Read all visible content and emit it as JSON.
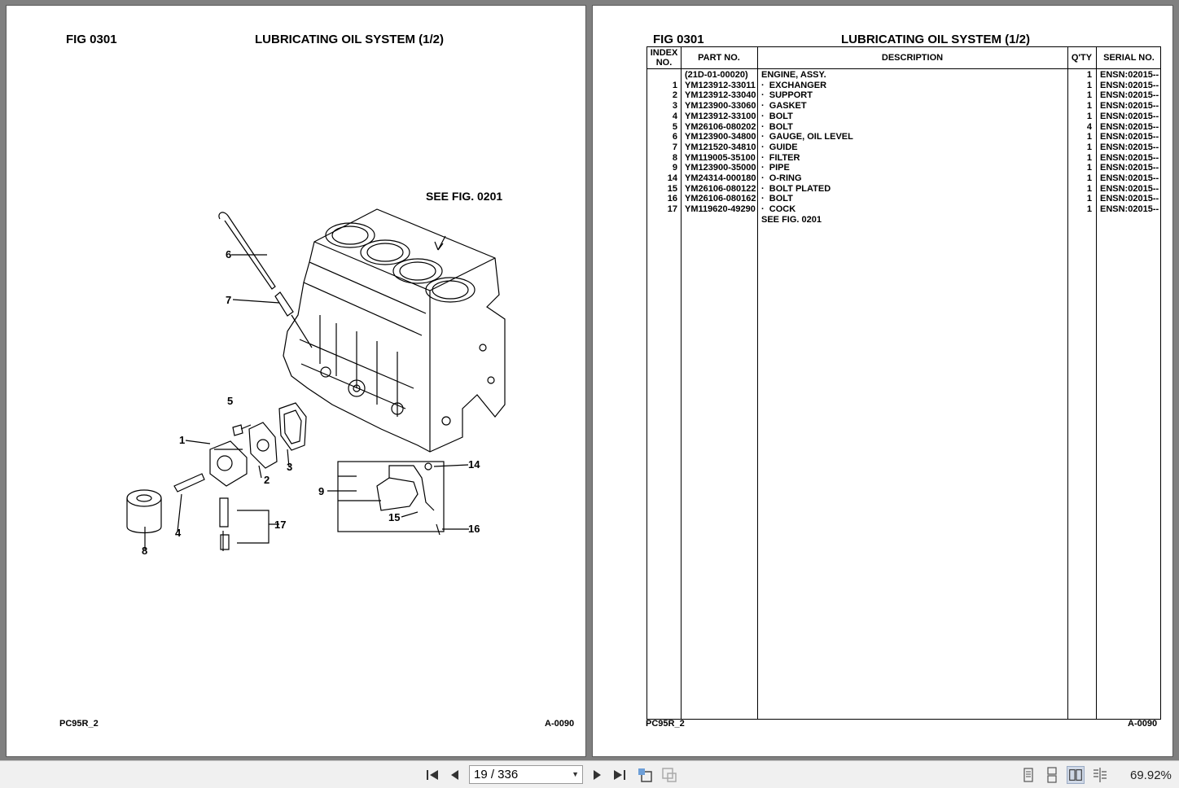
{
  "left_page": {
    "fig_label": "FIG   0301",
    "title": "LUBRICATING OIL SYSTEM (1/2)",
    "see_fig": "SEE FIG. 0201",
    "callouts": [
      "6",
      "7",
      "5",
      "1",
      "2",
      "3",
      "4",
      "8",
      "9",
      "14",
      "15",
      "16",
      "17"
    ],
    "footer_left": "PC95R_2",
    "footer_right": "A-0090"
  },
  "right_page": {
    "fig_label": "FIG   0301",
    "title": "LUBRICATING OIL SYSTEM (1/2)",
    "headers": {
      "index_1": "INDEX",
      "index_2": "NO.",
      "part_no": "PART NO.",
      "description": "DESCRIPTION",
      "qty": "Q'TY",
      "serial": "SERIAL NO."
    },
    "rows": [
      {
        "index": "",
        "part": "(21D-01-00020)",
        "desc": "ENGINE, ASSY.",
        "qty": "1",
        "serial": "ENSN:02015--"
      },
      {
        "index": "1",
        "part": "YM123912-33011",
        "desc": "·  EXCHANGER",
        "qty": "1",
        "serial": "ENSN:02015--"
      },
      {
        "index": "2",
        "part": "YM123912-33040",
        "desc": "·  SUPPORT",
        "qty": "1",
        "serial": "ENSN:02015--"
      },
      {
        "index": "3",
        "part": "YM123900-33060",
        "desc": "·  GASKET",
        "qty": "1",
        "serial": "ENSN:02015--"
      },
      {
        "index": "4",
        "part": "YM123912-33100",
        "desc": "·  BOLT",
        "qty": "1",
        "serial": "ENSN:02015--"
      },
      {
        "index": "5",
        "part": "YM26106-080202",
        "desc": "·  BOLT",
        "qty": "4",
        "serial": "ENSN:02015--"
      },
      {
        "index": "6",
        "part": "YM123900-34800",
        "desc": "·  GAUGE, OIL LEVEL",
        "qty": "1",
        "serial": "ENSN:02015--"
      },
      {
        "index": "7",
        "part": "YM121520-34810",
        "desc": "·  GUIDE",
        "qty": "1",
        "serial": "ENSN:02015--"
      },
      {
        "index": "8",
        "part": "YM119005-35100",
        "desc": "·  FILTER",
        "qty": "1",
        "serial": "ENSN:02015--"
      },
      {
        "index": "9",
        "part": "YM123900-35000",
        "desc": "·  PIPE",
        "qty": "1",
        "serial": "ENSN:02015--"
      },
      {
        "index": "14",
        "part": "YM24314-000180",
        "desc": "·  O-RING",
        "qty": "1",
        "serial": "ENSN:02015--"
      },
      {
        "index": "15",
        "part": "YM26106-080122",
        "desc": "·  BOLT PLATED",
        "qty": "1",
        "serial": "ENSN:02015--"
      },
      {
        "index": "16",
        "part": "YM26106-080162",
        "desc": "·  BOLT",
        "qty": "1",
        "serial": "ENSN:02015--"
      },
      {
        "index": "17",
        "part": "YM119620-49290",
        "desc": "·  COCK",
        "qty": "1",
        "serial": "ENSN:02015--"
      },
      {
        "index": "",
        "part": "",
        "desc": "SEE FIG. 0201",
        "qty": "",
        "serial": ""
      }
    ],
    "footer_left": "PC95R_2",
    "footer_right": "A-0090"
  },
  "toolbar": {
    "page_indicator": "19 / 336",
    "zoom": "69.92%",
    "icons": [
      "first-page-icon",
      "previous-page-icon",
      "next-page-icon",
      "last-page-icon",
      "previous-view-icon",
      "next-view-icon",
      "single-page-view-icon",
      "continuous-view-icon",
      "facing-view-icon",
      "continuous-facing-view-icon"
    ]
  }
}
